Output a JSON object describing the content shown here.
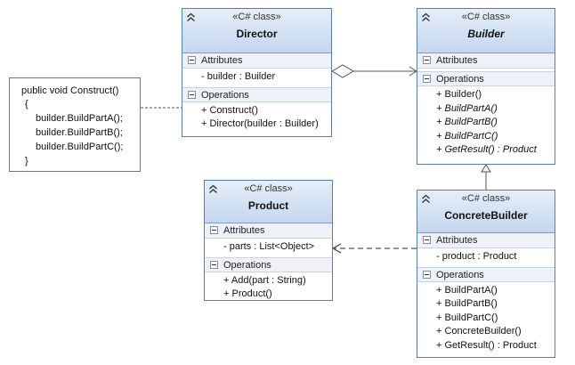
{
  "stereotype": "«C# class»",
  "section_labels": {
    "attributes": "Attributes",
    "operations": "Operations"
  },
  "classes": {
    "director": {
      "name": "Director",
      "attributes": [
        "- builder : Builder"
      ],
      "operations": [
        "+ Construct()",
        "+ Director(builder : Builder)"
      ]
    },
    "builder": {
      "name": "Builder",
      "attributes": [],
      "operations": [
        "+ Builder()",
        "+ BuildPartA()",
        "+ BuildPartB()",
        "+ BuildPartC()",
        "+ GetResult() : Product"
      ]
    },
    "product": {
      "name": "Product",
      "attributes": [
        "- parts : List<Object>"
      ],
      "operations": [
        "+ Add(part : String)",
        "+ Product()"
      ]
    },
    "concrete_builder": {
      "name": "ConcreteBuilder",
      "attributes": [
        "- product : Product"
      ],
      "operations": [
        "+ BuildPartA()",
        "+ BuildPartB()",
        "+ BuildPartC()",
        "+ ConcreteBuilder()",
        "+ GetResult() : Product"
      ]
    }
  },
  "note": {
    "lines": [
      "public void Construct()",
      "{",
      "builder.BuildPartA();",
      "builder.BuildPartB();",
      "builder.BuildPartC();",
      "}"
    ]
  }
}
